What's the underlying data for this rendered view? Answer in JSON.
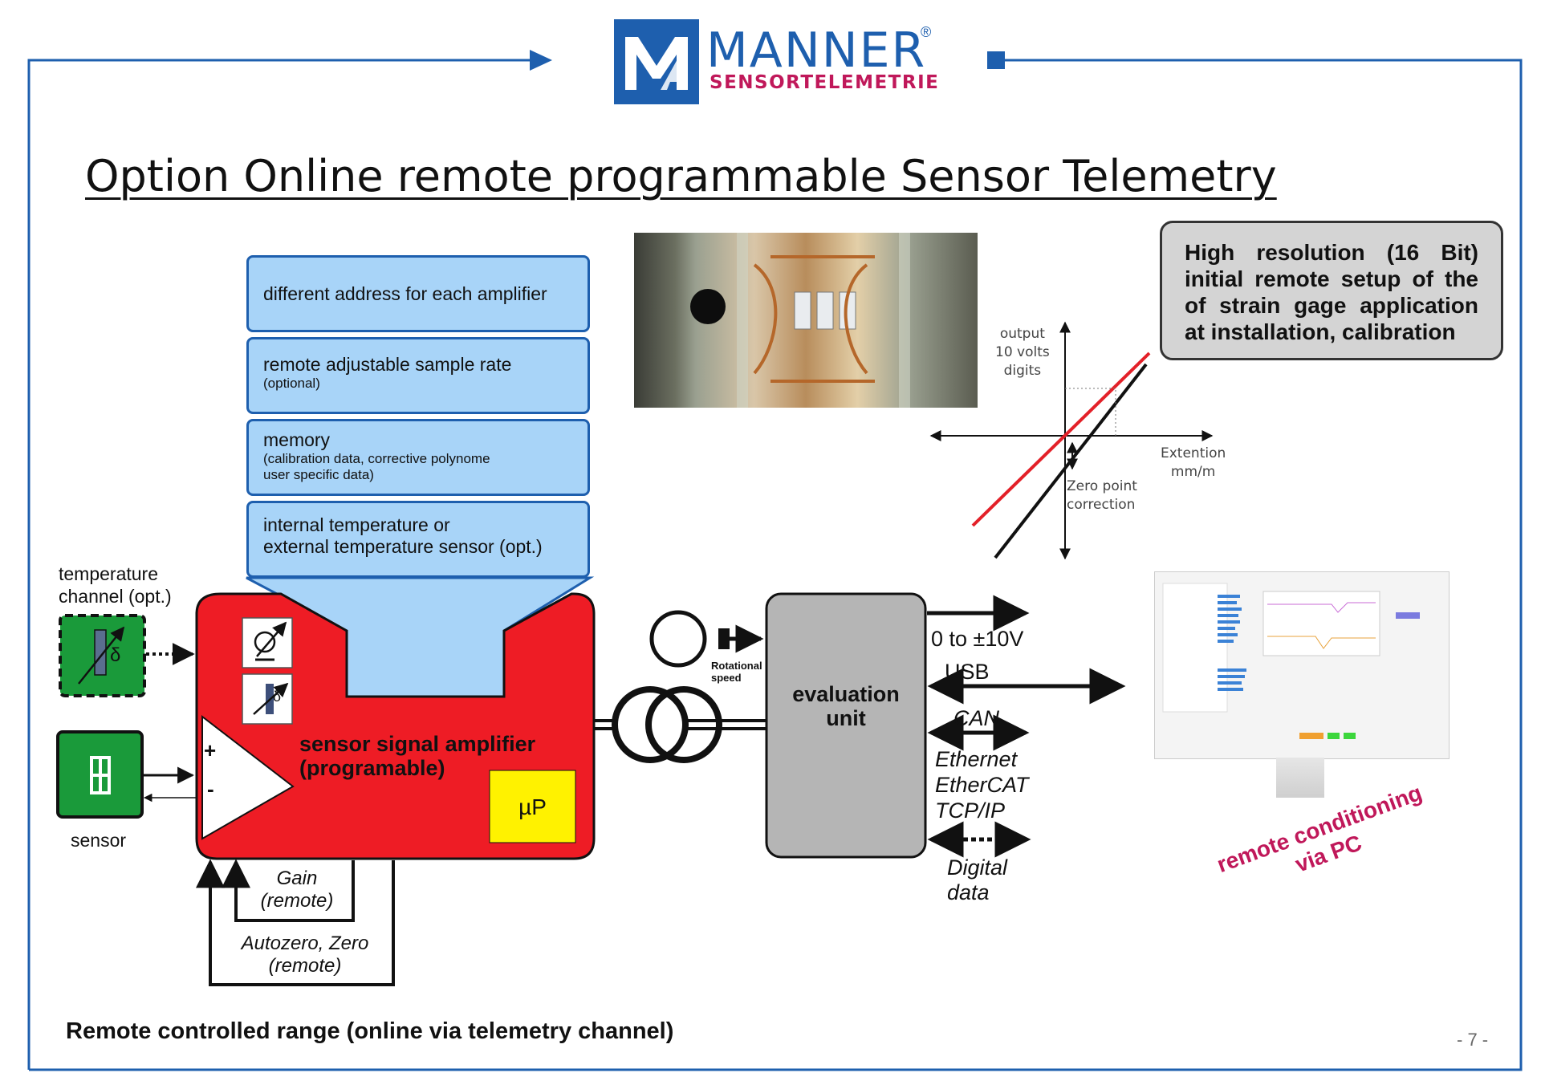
{
  "brand": {
    "name": "MANNER",
    "registered": "®",
    "subtitle": "SENSORTELEMETRIE",
    "logo_letters": "MA"
  },
  "title": "Option Online remote programmable Sensor Telemetry",
  "features": [
    {
      "main": "different address for each amplifier",
      "sub": ""
    },
    {
      "main": "remote adjustable sample rate",
      "sub": "(optional)"
    },
    {
      "main": "memory",
      "sub": "(calibration data, corrective polynome\nuser specific data)"
    },
    {
      "main": "internal temperature or\nexternal temperature sensor (opt.)",
      "sub": ""
    }
  ],
  "resolution_note": "High resolution (16 Bit) initial remote setup of the of strain gage application at installation, calibration",
  "graph": {
    "y_label": "output\n10 volts\ndigits",
    "x_label": "Extention\nmm/m",
    "zero_point": "Zero point\ncorrection"
  },
  "diagram": {
    "temperature_channel": "temperature\nchannel (opt.)",
    "sensor": "sensor",
    "amplifier": "sensor signal amplifier\n(programable)",
    "micro": "µP",
    "plus": "+",
    "minus": "-",
    "delta": "δ",
    "gain": "Gain\n(remote)",
    "autozero": "Autozero, Zero\n(remote)",
    "rotational_speed": "Rotational\nspeed",
    "evaluation_unit": "evaluation\nunit",
    "outputs": {
      "analog": "0 to ±10V",
      "usb": "USB",
      "can": "CAN",
      "ethernet": "Ethernet\nEtherCAT\nTCP/IP",
      "digital": "Digital\ndata"
    }
  },
  "remote_pc": "remote conditioning\nvia PC",
  "footer": {
    "note": "Remote controlled range (online via telemetry channel)",
    "page": "- 7 -"
  },
  "colors": {
    "blue": "#1e5fae",
    "red": "#ee1c25",
    "green": "#1a9a3a",
    "yellow": "#fff200",
    "magenta": "#c0185a",
    "light_blue": "#a8d4f8",
    "gray": "#b5b5b5"
  }
}
